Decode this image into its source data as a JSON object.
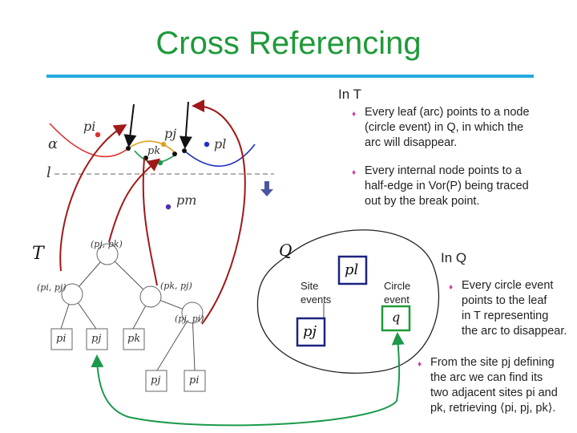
{
  "title": "Cross Referencing",
  "colors": {
    "title": "#1f9a3a",
    "rule": "#25a9e0",
    "red_arrow": "#a01818",
    "green_arrow": "#1a9a4a",
    "blue_box": "#1a237e",
    "parabola_red": "#e03030",
    "parabola_blue": "#2030c0",
    "green_box": "#1f9a3a",
    "bullet": "#d040a0"
  },
  "section_T": {
    "heading": "In T",
    "bullets": [
      [
        "Every leaf (arc) points to a node",
        "(circle event) in Q, in which the",
        "arc will disappear."
      ],
      [
        "Every internal node points to a",
        "half-edge in Vor(P) being traced",
        "out by the break point."
      ]
    ]
  },
  "section_Q": {
    "heading": "In Q",
    "bullets": [
      [
        "Every circle event",
        "points to the leaf",
        "in T representing",
        "the arc to disappear."
      ],
      [
        "From the site pj defining",
        "the arc we can find its",
        "two adjacent  sites pi and",
        "pk, retrieving ⟨pi, pj, pk⟩."
      ]
    ]
  },
  "voronoi_labels": {
    "alpha": "α",
    "l_line": "l",
    "pi": "pi",
    "pj": "pj",
    "pk": "pk",
    "pl": "pl",
    "pm": "pm"
  },
  "tree": {
    "T": "T",
    "root": "(pj, pk)",
    "left": "(pi, pj)",
    "right": "(pk, pj)",
    "right_right": "(pj, pi)",
    "leaves": [
      "pi",
      "pj",
      "pk"
    ],
    "bottom_leaves": [
      "pj",
      "pi"
    ]
  },
  "queue": {
    "Q": "Q",
    "site_events": [
      "Site",
      "events"
    ],
    "circle_event": [
      "Circle",
      "event"
    ],
    "pl_box": "pl",
    "pj_box": "pj",
    "q_box": "q"
  }
}
